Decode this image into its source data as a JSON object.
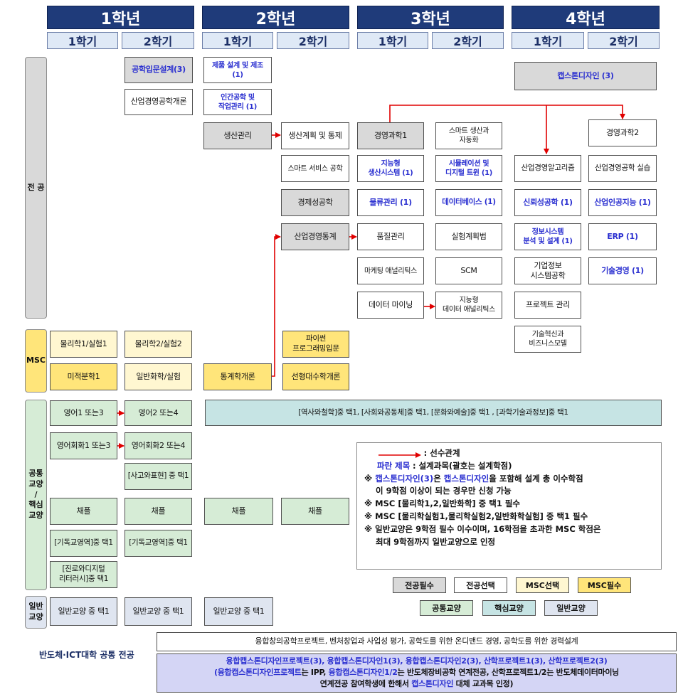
{
  "years": [
    "1학년",
    "2학년",
    "3학년",
    "4학년"
  ],
  "semesters": [
    "1학기",
    "2학기"
  ],
  "categories": {
    "major": "전 공",
    "msc": "MSC",
    "liberal": "공통\n교양\n/\n핵심\n교양",
    "general": "일반\n교양"
  },
  "major": {
    "c1": "공학입문설계(3)",
    "c2": "산업경영공학개론",
    "c3": "제품 설계 및 제조 (1)",
    "c4": "인간공학 및\n작업관리 (1)",
    "c5": "생산관리",
    "c6": "생산계획 및 통제",
    "c7": "스마트 서비스 공학",
    "c8": "경제성공학",
    "c9": "산업경영통계",
    "c10": "경영과학1",
    "c11": "지능형\n생산시스템 (1)",
    "c12": "물류관리 (1)",
    "c13": "품질관리",
    "c14": "마케팅 애널리틱스",
    "c15": "데이터 마이닝",
    "c16": "스마트 생산과\n자동화",
    "c17": "시뮬레이션 및\n디지털 트윈 (1)",
    "c18": "데이터베이스 (1)",
    "c19": "실험계획법",
    "c20": "SCM",
    "c21": "지능형\n데이터 애널리틱스",
    "c22": "캡스톤디자인 (3)",
    "c23": "산업경영알고리즘",
    "c24": "신뢰성공학 (1)",
    "c25": "정보시스템\n분석 및 설계 (1)",
    "c26": "기업정보\n시스템공학",
    "c27": "프로젝트 관리",
    "c28": "기술혁신과\n비즈니스모델",
    "c29": "경영과학2",
    "c30": "산업경영공학 실습",
    "c31": "산업인공지능 (1)",
    "c32": "ERP  (1)",
    "c33": "기술경영 (1)"
  },
  "msc": {
    "m1": "물리학1/실험1",
    "m2": "물리학2/실험2",
    "m3": "미적분학1",
    "m4": "일반화학/실험",
    "m5": "통계학개론",
    "m6": "파이썬\n프로그래밍입문",
    "m7": "선형대수학개론"
  },
  "liberal": {
    "l1": "영어1 또는3",
    "l2": "영어2 또는4",
    "l3": "영어회화1 또는3",
    "l4": "영어회화2 또는4",
    "l5": "[사고와표현] 중 택1",
    "l6": "채플",
    "l7": "채플",
    "l8": "채플",
    "l9": "채플",
    "l10": "[기독교영역]중 택1",
    "l11": "[기독교영역]중 택1",
    "l12": "[진로와디지털\n리터러시]중 택1",
    "banner": "[역사와철학]중 택1, [사회와공동체]중 택1, [문화와예술]중 택1 , [과학기술과정보]중 택1"
  },
  "general": {
    "g1": "일반교양 중 택1",
    "g2": "일반교양 중 택1",
    "g3": "일반교양 중 택1"
  },
  "legend": {
    "arrow_label": ": 선수관계",
    "blue_title": "파란 제목",
    "blue_desc": ": 설계과목(괄호는 설계학점)",
    "n1_mark": "※ ",
    "n1_a": "캡스톤디자인(3)",
    "n1_b": "은 ",
    "n1_c": "캡스톤디자인",
    "n1_d": "을 포함해 설계 총 이수학점",
    "n1_line2": "이 9학점 이상이 되는 경우만 신청 가능",
    "n2": "※ MSC [물리학1,2,일반화학] 중 택1 필수",
    "n3": "※ MSC [물리학실험1,물리학실험2,일반화학실험]  중 택1 필수",
    "n4": "※ 일반교양은  9학점 필수 이수이며, 16학점을 초과한 MSC 학점은",
    "n4_line2": "최대 9학점까지 일반교양으로 인정"
  },
  "keys": {
    "k1": "전공필수",
    "k2": "전공선택",
    "k3": "MSC선택",
    "k4": "MSC필수",
    "k5": "공통교양",
    "k6": "핵심교양",
    "k7": "일반교양"
  },
  "bottom": {
    "side_label": "반도체·ICT대학  공통  전공",
    "line1": "융합창의공학프로젝트, 벤처창업과 사업성 평가, 공학도를 위한 온디맨드 경영, 공학도를 위한 경력설계",
    "b1": "융합캡스톤디자인프로젝트(3),  융합캡스톤디자인1(3), 융합캡스톤디자인2(3), 산학프로젝트1(3), 산학프로젝트2(3)",
    "b2a": "(융합캡스톤디자인프로젝트",
    "b2b": "는 IPP, ",
    "b2c": "융합캡스톤디자인1/2",
    "b2d": "는 반도체장비공학 연계전공, 산학프로젝트1/2는 반도체데이터마이닝",
    "b3a": "연계전공 참여학생에 한해서 ",
    "b3b": "캡스톤디자인",
    "b3c": " 대체 교과목 인정)"
  },
  "colors": {
    "year_header": "#1f3b7a",
    "semester_header": "#dfe9f6",
    "major_required": "#d9d9d9",
    "msc_required": "#ffe57a",
    "msc_elective": "#fff7d1",
    "common_liberal": "#d6ecd6",
    "core_liberal": "#c6e4e4",
    "general_liberal": "#dfe5f0",
    "design_text": "#2a2fd0",
    "arrow": "#e00000"
  }
}
